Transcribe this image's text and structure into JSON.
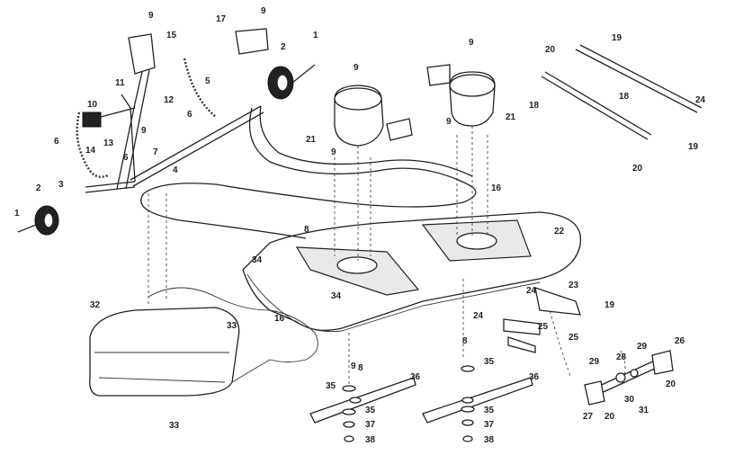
{
  "callouts": {
    "c1a": "1",
    "c1b": "1",
    "c2a": "2",
    "c2b": "2",
    "c3": "3",
    "c4": "4",
    "c5": "5",
    "c6a": "6",
    "c6b": "6",
    "c6c": "6",
    "c7": "7",
    "c8a": "8",
    "c8b": "8",
    "c8c": "8",
    "c9a": "9",
    "c9b": "9",
    "c9c": "9",
    "c9d": "9",
    "c9e": "9",
    "c9f": "9",
    "c9g": "9",
    "c9h": "9",
    "c10": "10",
    "c11": "11",
    "c12": "12",
    "c13": "13",
    "c14": "14",
    "c15": "15",
    "c16a": "16",
    "c16b": "16",
    "c17": "17",
    "c18a": "18",
    "c18b": "18",
    "c19a": "19",
    "c19b": "19",
    "c19c": "19",
    "c20a": "20",
    "c20b": "20",
    "c20c": "20",
    "c20d": "20",
    "c21a": "21",
    "c21b": "21",
    "c22": "22",
    "c23": "23",
    "c24a": "24",
    "c24b": "24",
    "c24c": "24",
    "c25a": "25",
    "c25b": "25",
    "c26": "26",
    "c27": "27",
    "c28": "28",
    "c29a": "29",
    "c29b": "29",
    "c30": "30",
    "c31": "31",
    "c32": "32",
    "c33a": "33",
    "c33b": "33",
    "c34a": "34",
    "c34b": "34",
    "c35a": "35",
    "c35b": "35",
    "c35c": "35",
    "c35d": "35",
    "c36a": "36",
    "c36b": "36",
    "c37a": "37",
    "c37b": "37",
    "c38a": "38",
    "c38b": "38"
  }
}
